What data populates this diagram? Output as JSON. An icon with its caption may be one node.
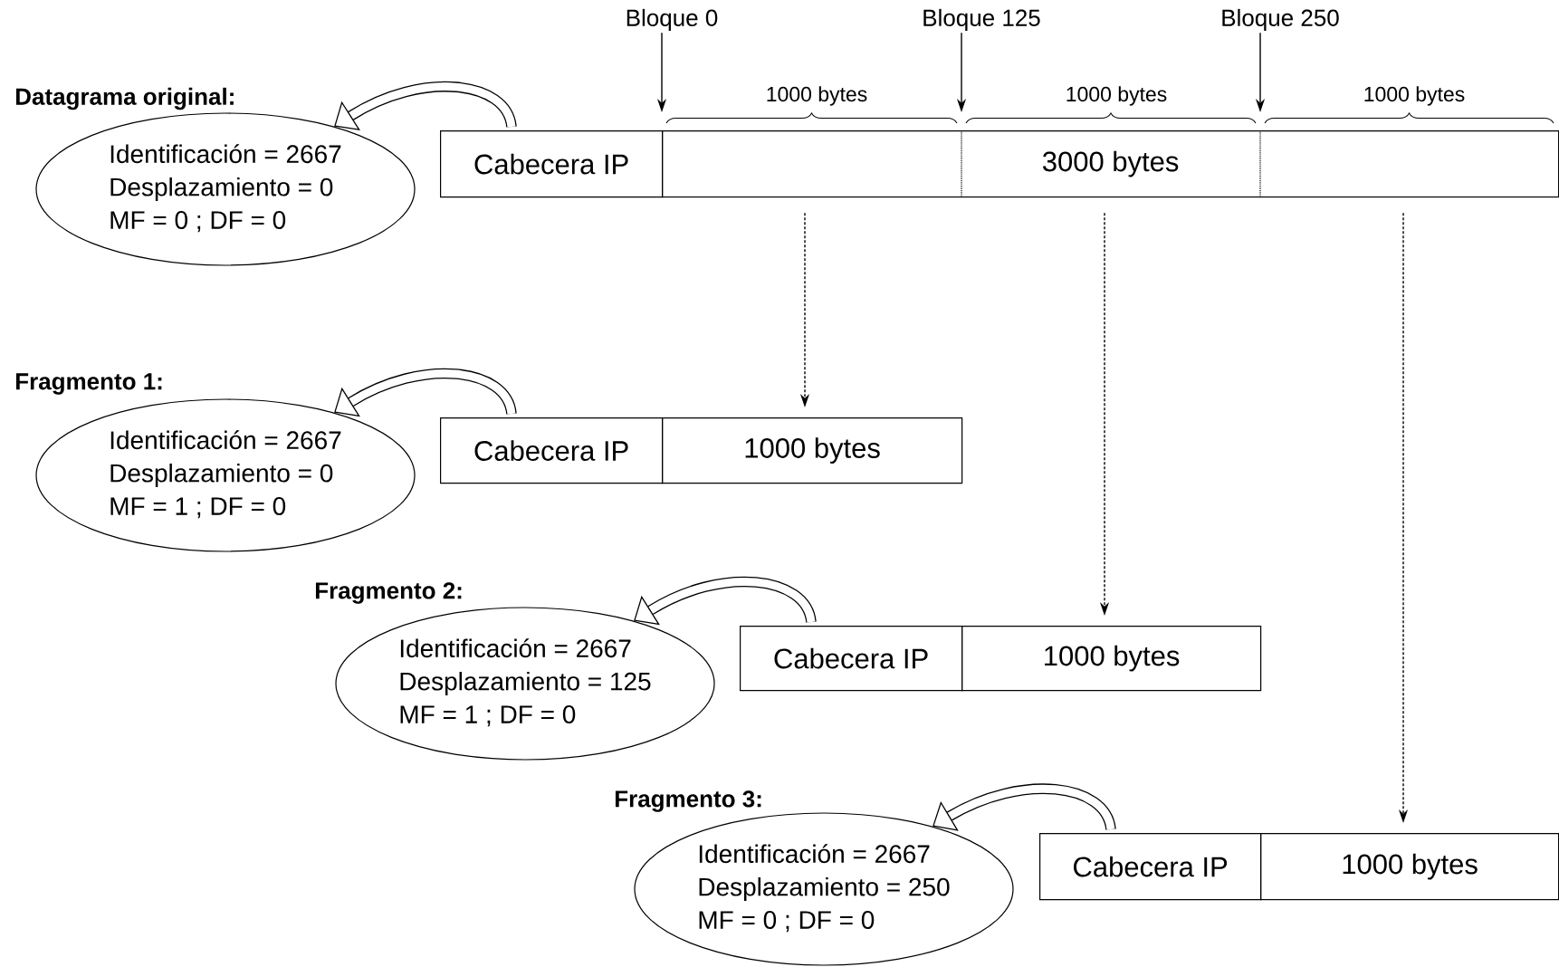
{
  "diagram": {
    "nodes": [
      {
        "text": [
          "Datagrama original:",
          "Identificación = 2667",
          "Desplazamiento = 0",
          "MF = 0 ; DF = 0"
        ]
      },
      {
        "text": [
          "Bloque 0"
        ]
      },
      {
        "text": [
          "Bloque 125"
        ]
      },
      {
        "text": [
          "Bloque 250"
        ]
      },
      {
        "text": [
          "Cabecera IP"
        ]
      },
      {
        "text": [
          "3000 bytes"
        ]
      },
      {
        "text": [
          "Fragmento 1:",
          "Identificación = 2667",
          "Desplazamiento = 0",
          "MF = 1 ; DF = 0"
        ]
      },
      {
        "text": [
          "Cabecera IP"
        ]
      },
      {
        "text": [
          "1000 bytes"
        ]
      },
      {
        "text": [
          "Fragmento 2:",
          "Identificación = 2667",
          "Desplazamiento = 125",
          "MF = 1 ; DF = 0"
        ]
      },
      {
        "text": [
          "Cabecera IP"
        ]
      },
      {
        "text": [
          "1000 bytes"
        ]
      },
      {
        "text": [
          "Fragmento 3:",
          "Identificación = 2667",
          "Desplazamiento = 250",
          "MF = 0 ; DF = 0"
        ]
      },
      {
        "text": [
          "Cabecera IP"
        ]
      },
      {
        "text": [
          "1000 bytes"
        ]
      }
    ],
    "edges": [
      {
        "from": 1,
        "to": null,
        "arrow": "to"
      },
      {
        "from": 2,
        "to": null,
        "arrow": "to"
      },
      {
        "from": 3,
        "to": null,
        "arrow": "to"
      },
      {
        "from": 4,
        "to": 0,
        "arrow": "to",
        "style": "thick"
      },
      {
        "from": 5,
        "to": 8,
        "arrow": "to",
        "style": "dashed"
      },
      {
        "from": 5,
        "to": 11,
        "arrow": "to",
        "style": "dashed"
      },
      {
        "from": 5,
        "to": 14,
        "arrow": "to",
        "style": "dashed"
      },
      {
        "from": 7,
        "to": 6,
        "arrow": "to",
        "style": "thick"
      },
      {
        "from": 10,
        "to": 9,
        "arrow": "to",
        "style": "thick"
      },
      {
        "from": 13,
        "to": 12,
        "arrow": "to",
        "style": "thick"
      }
    ],
    "labels": [
      "1000 bytes",
      "1000 bytes",
      "1000 bytes"
    ]
  }
}
